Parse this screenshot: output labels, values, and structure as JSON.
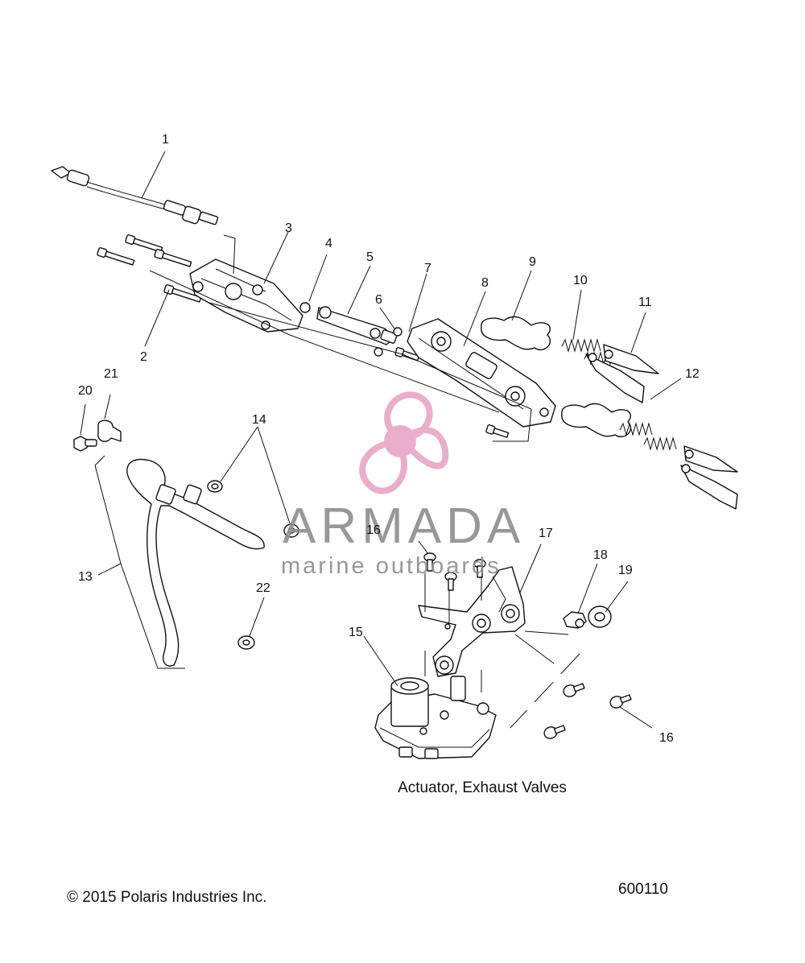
{
  "caption": "Actuator, Exhaust Valves",
  "copyright": "© 2015 Polaris Industries Inc.",
  "drawing_number": "600110",
  "watermark": {
    "brand": "ARMADA",
    "tagline": "marine outboards",
    "color_pink": "#e8a6c6",
    "color_gray": "#8d8d8d"
  },
  "callouts": {
    "c1": "1",
    "c2": "2",
    "c3": "3",
    "c4": "4",
    "c5": "5",
    "c6": "6",
    "c7": "7",
    "c8": "8",
    "c9": "9",
    "c10": "10",
    "c11": "11",
    "c12": "12",
    "c13": "13",
    "c14": "14",
    "c15": "15",
    "c16a": "16",
    "c16b": "16",
    "c17": "17",
    "c18": "18",
    "c19": "19",
    "c20": "20",
    "c21": "21",
    "c22": "22"
  }
}
